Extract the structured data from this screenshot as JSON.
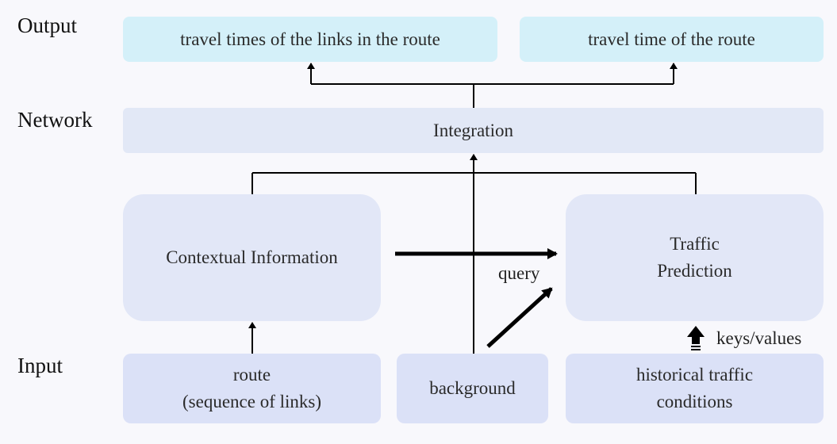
{
  "row_labels": {
    "output": "Output",
    "network": "Network",
    "input": "Input"
  },
  "output": {
    "links_travel_times": "travel times of the links in the route",
    "route_travel_time": "travel time of the route"
  },
  "network": {
    "integration": "Integration",
    "contextual_information": "Contextual Information",
    "traffic_prediction": [
      "Traffic",
      "Prediction"
    ]
  },
  "input": {
    "route": [
      "route",
      "(sequence of links)"
    ],
    "background": "background",
    "historical_traffic": [
      "historical traffic",
      "conditions"
    ]
  },
  "edge_labels": {
    "query": "query",
    "keys_values": "keys/values"
  }
}
